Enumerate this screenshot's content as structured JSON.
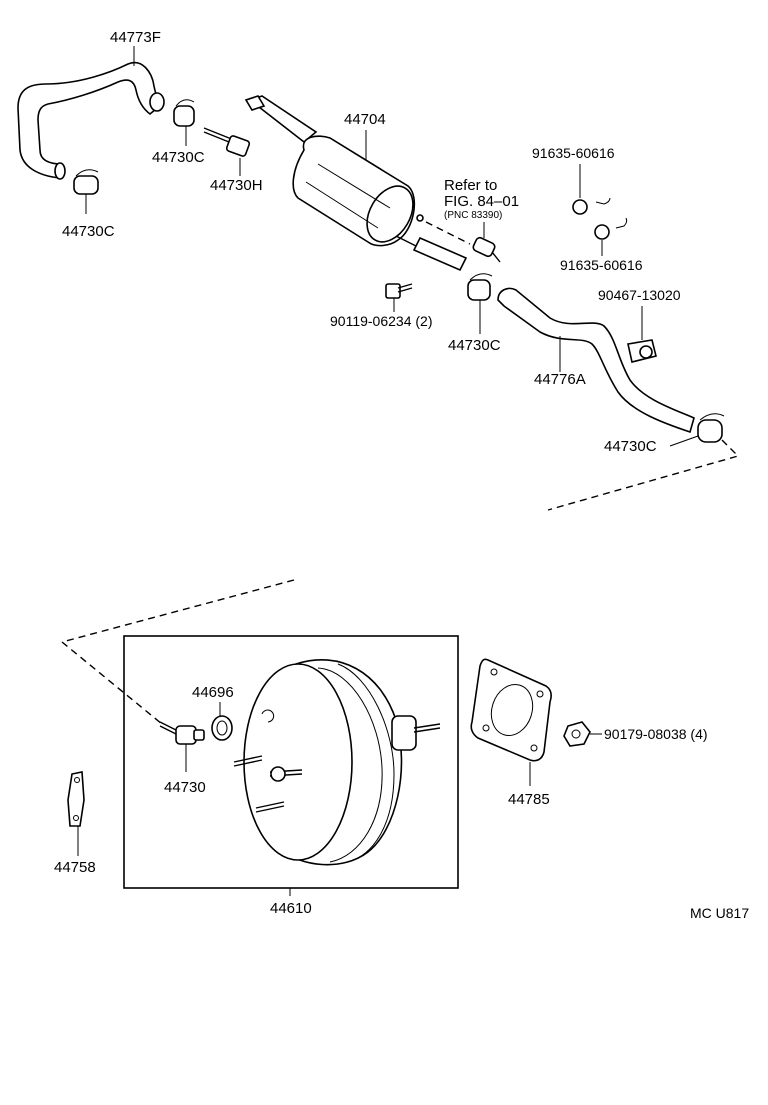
{
  "labels": {
    "p44773F": "44773F",
    "p44730C_a": "44730C",
    "p44730C_b": "44730C",
    "p44730H": "44730H",
    "p44704": "44704",
    "refer_line1": "Refer to",
    "refer_line2": "FIG. 84–01",
    "refer_line3": "(PNC 83390)",
    "p91635_a": "91635-60616",
    "p91635_b": "91635-60616",
    "p90119": "90119-06234 (2)",
    "p44730C_c": "44730C",
    "p90467": "90467-13020",
    "p44776A": "44776A",
    "p44730C_d": "44730C",
    "p44696": "44696",
    "p44730": "44730",
    "p44758": "44758",
    "p44610": "44610",
    "p44785": "44785",
    "p90179": "90179-08038 (4)",
    "code": "MC U817"
  }
}
